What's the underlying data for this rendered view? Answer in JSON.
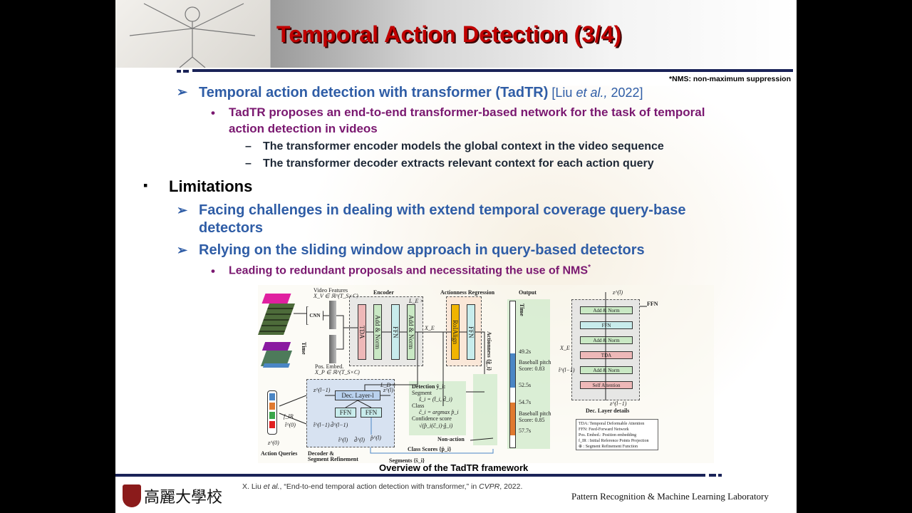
{
  "slide": {
    "title": "Temporal Action Detection (3/4)",
    "footnote": "*NMS: non-maximum suppression",
    "bullets": [
      {
        "level": 1,
        "marker": "➢",
        "text": "Temporal action detection with transformer (TadTR)",
        "cite_pre": " [Liu ",
        "cite_em": "et al.,",
        "cite_post": " 2022]"
      },
      {
        "level": 2,
        "marker": "•",
        "text": "TadTR proposes an end-to-end transformer-based network for the task of temporal",
        "text2": "action detection in videos"
      },
      {
        "level": 3,
        "marker": "–",
        "text": "The transformer encoder models the global context in the video sequence"
      },
      {
        "level": 3,
        "marker": "–",
        "text": "The transformer decoder extracts relevant context for each action query"
      },
      {
        "level": 0,
        "marker": "▪",
        "text": "Limitations"
      },
      {
        "level": 1,
        "marker": "➢",
        "text": "Facing challenges in dealing with extend temporal coverage query-base",
        "text2": "detectors"
      },
      {
        "level": 1,
        "marker": "➢",
        "text": "Relying on the sliding window approach in query-based detectors"
      },
      {
        "level": 2,
        "marker": "•",
        "text": "Leading to redundant proposals and necessitating the use of NMS",
        "sup": "*"
      }
    ],
    "figure": {
      "caption": "Overview of the TadTR framework",
      "video_features": "Video Features",
      "video_features_math": "X_V ∈ ℝ^(T_S×C)",
      "cnn": "CNN",
      "time": "Time",
      "pos_embed": "Pos. Embed.",
      "pos_embed_math": "X_P ∈ ℝ^(T_S×C)",
      "encoder": "Encoder",
      "encoder_rep": "L_E ×",
      "enc_blocks": [
        "TDA",
        "Add & Norm",
        "FFN",
        "Add & Norm"
      ],
      "xe": "X_E",
      "actionness_regression": "Actionness Regression",
      "ar_blocks": [
        "RoIAlign",
        "FFN"
      ],
      "actionness": "Actionness {ĝ_i}",
      "output": "Output",
      "output_segments": [
        {
          "start": "49.2s",
          "label": "Baseball pitch",
          "score": "Score: 0.83",
          "end": "52.5s",
          "color": "#4a86c5"
        },
        {
          "start": "54.7s",
          "label": "Baseball pitch",
          "score": "Score: 0.85",
          "end": "57.7s",
          "color": "#e07a30"
        }
      ],
      "decoder_rep": "L_D ×",
      "dec_layer": "Dec. Layer-l",
      "z_prev": "z^(l−1)",
      "z_next": "z^(l)",
      "ffn": "FFN",
      "t_prev": "t̂^(l−1)",
      "d_prev": "d̂^(l−1)",
      "t_next": "t̂^(l)",
      "d_next": "d̂^(l)",
      "p_next": "p̂^(l)",
      "fir": "f_IR",
      "t0": "t̂^(0)",
      "z0": "z^(0)",
      "action_queries": "Action Queries",
      "query_colors": [
        "#4a86c5",
        "#e07a30",
        "#3aa64a",
        "#e02020"
      ],
      "decoder_label": "Decoder &",
      "decoder_label2": "Segment Refinement",
      "detection_title": "Detection ŷ_i:",
      "detection_lines": [
        "Segment",
        "ŝ_i = (t̂_i, d̂_i)",
        "Class",
        "ĉ_i = argmax p̂_i",
        "Confidence score",
        "√(p̂_i(ĉ_i)·ĝ_i)"
      ],
      "non_action": "Non-action",
      "class_scores": "Class Scores {p̂_i}",
      "segments": "Segments {ŝ_i}",
      "dec_details_blocks": [
        "Add & Norm",
        "FFN",
        "Add & Norm",
        "TDA",
        "Add & Norm",
        "Self Attention"
      ],
      "dec_details_colors": [
        "#c9e8c4",
        "#c8ecec",
        "#c9e8c4",
        "#eeb8b8",
        "#c9e8c4",
        "#eeb8b8"
      ],
      "dec_details_top": "z^(l)",
      "dec_details_ffn": "FFN",
      "dec_details_xe": "X_E",
      "dec_details_t": "t̂^(l−1)",
      "dec_details_bottom": "z^(l−1)",
      "dec_details_title": "Dec. Layer details",
      "legend": [
        "TDA: Temporal Deformable Attention",
        "FFN: Feed-Forward Network",
        "Pos. Embed.: Position embedding",
        "f_IR : Initial Reference Points Projection",
        "⊕ : Segment Refinement Function"
      ]
    },
    "citation_pre": "X. Liu ",
    "citation_em": "et al.",
    "citation_mid": ", “End-to-end temporal action detection with transformer,” in ",
    "citation_venue": "CVPR",
    "citation_post": ", 2022.",
    "university": "高麗大學校",
    "lab": "Pattern Recognition & Machine Learning Laboratory",
    "colors": {
      "title": "#c00000",
      "level1": "#2f5da6",
      "level2": "#7a1870",
      "rule": "#1a2358"
    }
  }
}
